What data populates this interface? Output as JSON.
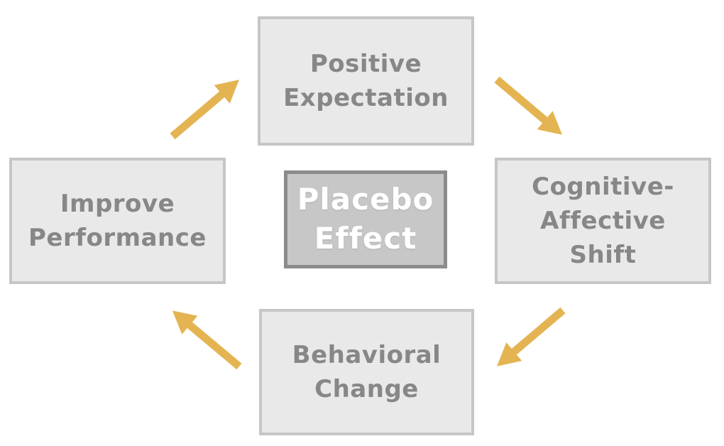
{
  "diagram": {
    "title": "Placebo Effect",
    "type": "cycle",
    "center": {
      "id": "placebo-effect",
      "lines": [
        "Placebo",
        "Effect"
      ]
    },
    "nodes": [
      {
        "id": "positive-expectation",
        "position": "top",
        "lines": [
          "Positive",
          "Expectation"
        ]
      },
      {
        "id": "cognitive-affective-shift",
        "position": "right",
        "lines": [
          "Cognitive-",
          "Affective",
          "Shift"
        ]
      },
      {
        "id": "behavioral-change",
        "position": "bottom",
        "lines": [
          "Behavioral",
          "Change"
        ]
      },
      {
        "id": "improve-performance",
        "position": "left",
        "lines": [
          "Improve",
          "Performance"
        ]
      }
    ],
    "edges": [
      {
        "from": "improve-performance",
        "to": "positive-expectation",
        "direction": "up-right"
      },
      {
        "from": "positive-expectation",
        "to": "cognitive-affective-shift",
        "direction": "down-right"
      },
      {
        "from": "cognitive-affective-shift",
        "to": "behavioral-change",
        "direction": "down-left"
      },
      {
        "from": "behavioral-change",
        "to": "improve-performance",
        "direction": "up-left"
      }
    ]
  },
  "theme": {
    "node-bg": "#e9e9e9",
    "node-border": "#c6c6c6",
    "node-text": "#878787",
    "center-bg": "#c7c7c7",
    "center-border": "#8c8c8c",
    "center-text": "#ffffff",
    "arrow-color": "#e4b452",
    "canvas-bg": "#ffffff"
  }
}
